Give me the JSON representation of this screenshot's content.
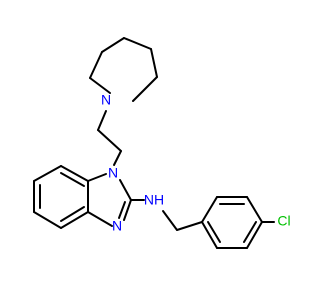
{
  "molecule": {
    "atoms": {
      "piperidine_N": {
        "label": "N",
        "color": "#0000ff"
      },
      "imidazole_N1": {
        "label": "N",
        "color": "#0000ff"
      },
      "imidazole_N3": {
        "label": "N",
        "color": "#0000ff"
      },
      "amine_NH": {
        "label": "NH",
        "color": "#0000ff"
      },
      "chlorine": {
        "label": "Cl",
        "color": "#00c000"
      }
    }
  }
}
